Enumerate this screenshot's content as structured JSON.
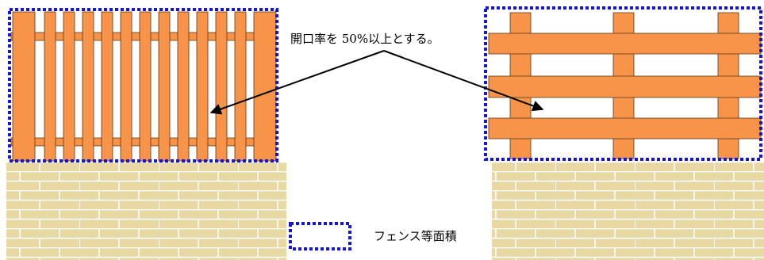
{
  "annotation": {
    "text": "開口率を 50%以上とする。"
  },
  "legend": {
    "label": "フェンス等面積",
    "symbol": "dotted-rectangle"
  },
  "colors": {
    "wood": "#F7944A",
    "wood_outline": "#5a3a1a",
    "brick": "#E8D8A4",
    "mortar": "#ffffff",
    "boundary": "#1515D9",
    "arrow": "#000000"
  },
  "fences": [
    {
      "name": "vertical-slat-fence",
      "style": "vertical slats"
    },
    {
      "name": "horizontal-board-fence",
      "style": "horizontal boards"
    }
  ]
}
